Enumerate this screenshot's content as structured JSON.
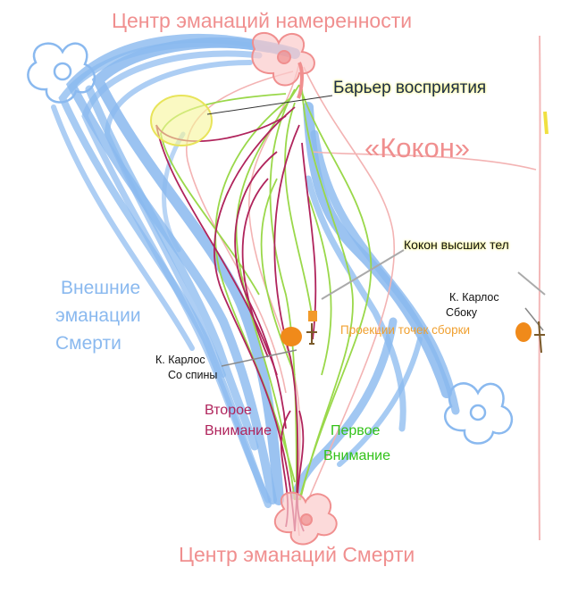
{
  "labels": {
    "top_center": "Центр эманаций намеренности",
    "bottom_center": "Центр эманаций Смерти",
    "barrier": "Барьер восприятия",
    "cocoon": "«Кокон»",
    "higher_bodies": "Кокон высших тел",
    "outer_1": "Внешние",
    "outer_2": "эманации",
    "outer_3": "Смерти",
    "carlos_back_1": "К. Карлос",
    "carlos_back_2": "Со спины",
    "carlos_side_1": "К. Карлос",
    "carlos_side_2": "Сбоку",
    "projections": "Проекции точек сборки",
    "second_1": "Второе",
    "second_2": "Внимание",
    "first_1": "Первое",
    "first_2": "Внимание"
  },
  "colors": {
    "outer_emanations": "#8ab9ef",
    "centers": "#f08f8f",
    "second_attention": "#b0245c",
    "first_attention": "#9ad84a",
    "assemblage_point": "#f08a1a",
    "barrier_glow": "#f2f06a"
  }
}
